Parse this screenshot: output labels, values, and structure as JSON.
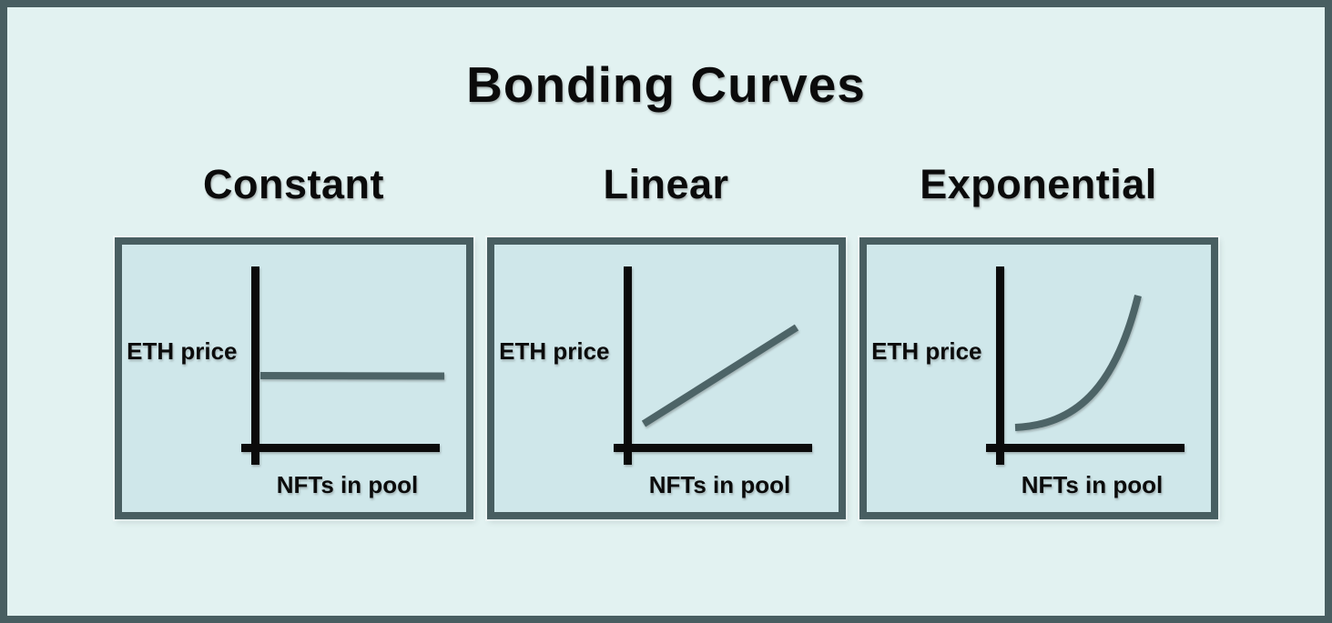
{
  "title": "Bonding Curves",
  "colors": {
    "background": "#e2f2f1",
    "panel_fill": "#cfe7ea",
    "border": "#485e61",
    "curve": "#4d6467",
    "text": "#0b0b0b"
  },
  "panels": [
    {
      "title": "Constant",
      "ylabel": "ETH price",
      "xlabel": "NFTs in pool",
      "curve": "constant"
    },
    {
      "title": "Linear",
      "ylabel": "ETH price",
      "xlabel": "NFTs in pool",
      "curve": "linear"
    },
    {
      "title": "Exponential",
      "ylabel": "ETH price",
      "xlabel": "NFTs in pool",
      "curve": "exponential"
    }
  ]
}
